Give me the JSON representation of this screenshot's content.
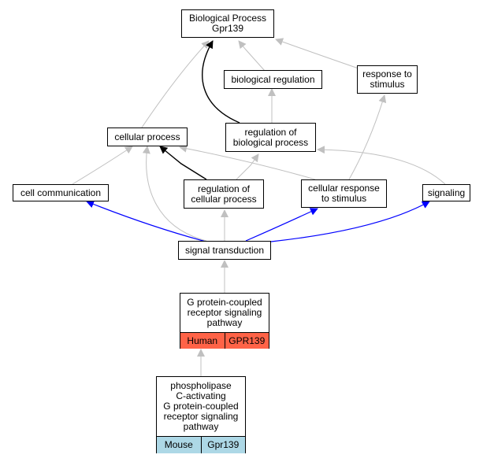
{
  "colors": {
    "gray_edge": "#c0c0c0",
    "black_edge": "#000000",
    "blue_edge": "#0000ff",
    "human": "#ff6347",
    "mouse": "#add8e6"
  },
  "nodes": {
    "root": {
      "line1": "Biological Process",
      "line2": "Gpr139"
    },
    "biological_regulation": {
      "label": "biological regulation"
    },
    "response_to_stimulus": {
      "line1": "response to",
      "line2": "stimulus"
    },
    "cellular_process": {
      "label": "cellular process"
    },
    "regulation_of_biological_process": {
      "line1": "regulation of",
      "line2": "biological process"
    },
    "cell_communication": {
      "label": "cell communication"
    },
    "regulation_of_cellular_process": {
      "line1": "regulation of",
      "line2": "cellular process"
    },
    "cellular_response_to_stimulus": {
      "line1": "cellular response",
      "line2": "to stimulus"
    },
    "signaling": {
      "label": "signaling"
    },
    "signal_transduction": {
      "label": "signal transduction"
    },
    "gpcr_pathway": {
      "line1": "G protein-coupled",
      "line2": "receptor signaling",
      "line3": "pathway",
      "species": "Human",
      "gene": "GPR139"
    },
    "plc_gpcr_pathway": {
      "line1": "phospholipase",
      "line2": "C-activating",
      "line3": "G protein-coupled",
      "line4": "receptor signaling",
      "line5": "pathway",
      "species": "Mouse",
      "gene": "Gpr139"
    }
  }
}
